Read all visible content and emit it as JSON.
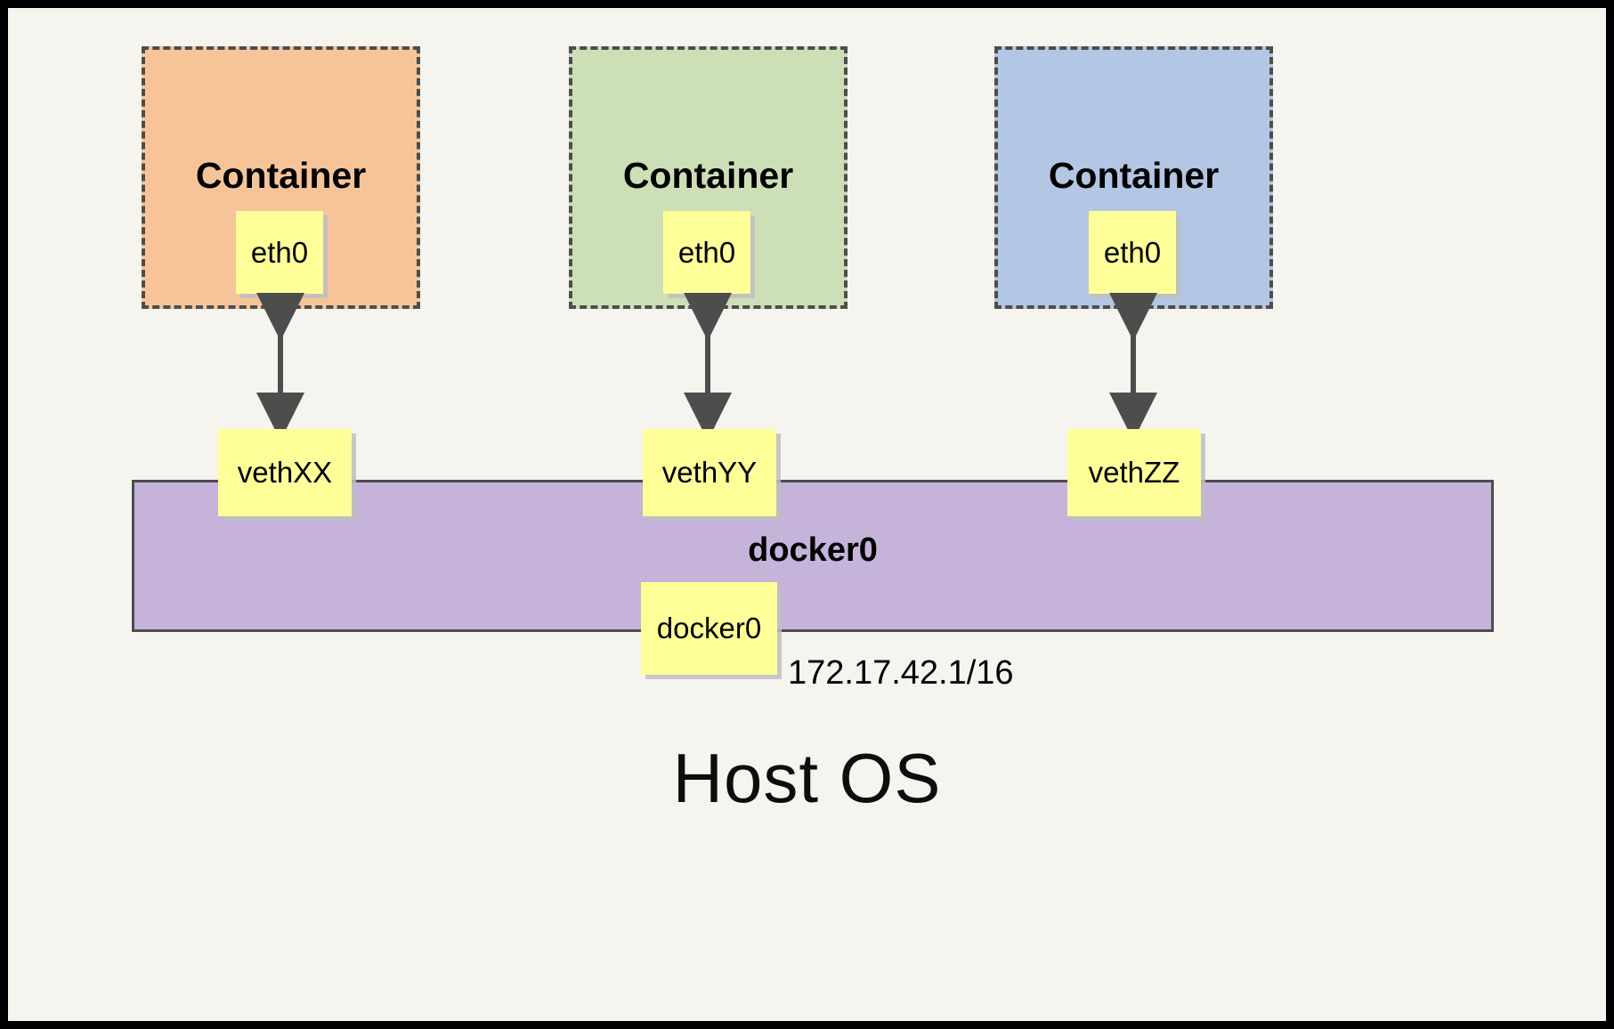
{
  "diagram": {
    "title_text": "Host OS",
    "background_color": "#f5f4ef",
    "border_color": "#000000"
  },
  "containers": [
    {
      "label": "Container",
      "fill_color": "#f7c49a",
      "border_color": "#4d4d4d",
      "interface": {
        "label": "eth0",
        "fill_color": "#ffff99"
      }
    },
    {
      "label": "Container",
      "fill_color": "#cddfb6",
      "border_color": "#4d4d4d",
      "interface": {
        "label": "eth0",
        "fill_color": "#ffff99"
      }
    },
    {
      "label": "Container",
      "fill_color": "#b3c6e3",
      "border_color": "#4d4d4d",
      "interface": {
        "label": "eth0",
        "fill_color": "#ffff99"
      }
    }
  ],
  "veth_interfaces": [
    {
      "label": "vethXX",
      "fill_color": "#ffff99"
    },
    {
      "label": "vethYY",
      "fill_color": "#ffff99"
    },
    {
      "label": "vethZZ",
      "fill_color": "#ffff99"
    }
  ],
  "bridge": {
    "label": "docker0",
    "fill_color": "#c5b3da",
    "border_color": "#4d4d4d",
    "interface": {
      "label": "docker0",
      "fill_color": "#ffff99"
    },
    "ip_address": "172.17.42.1/16"
  },
  "arrows": {
    "color": "#4d4d4d",
    "direction": "bidirectional",
    "count": 3
  }
}
